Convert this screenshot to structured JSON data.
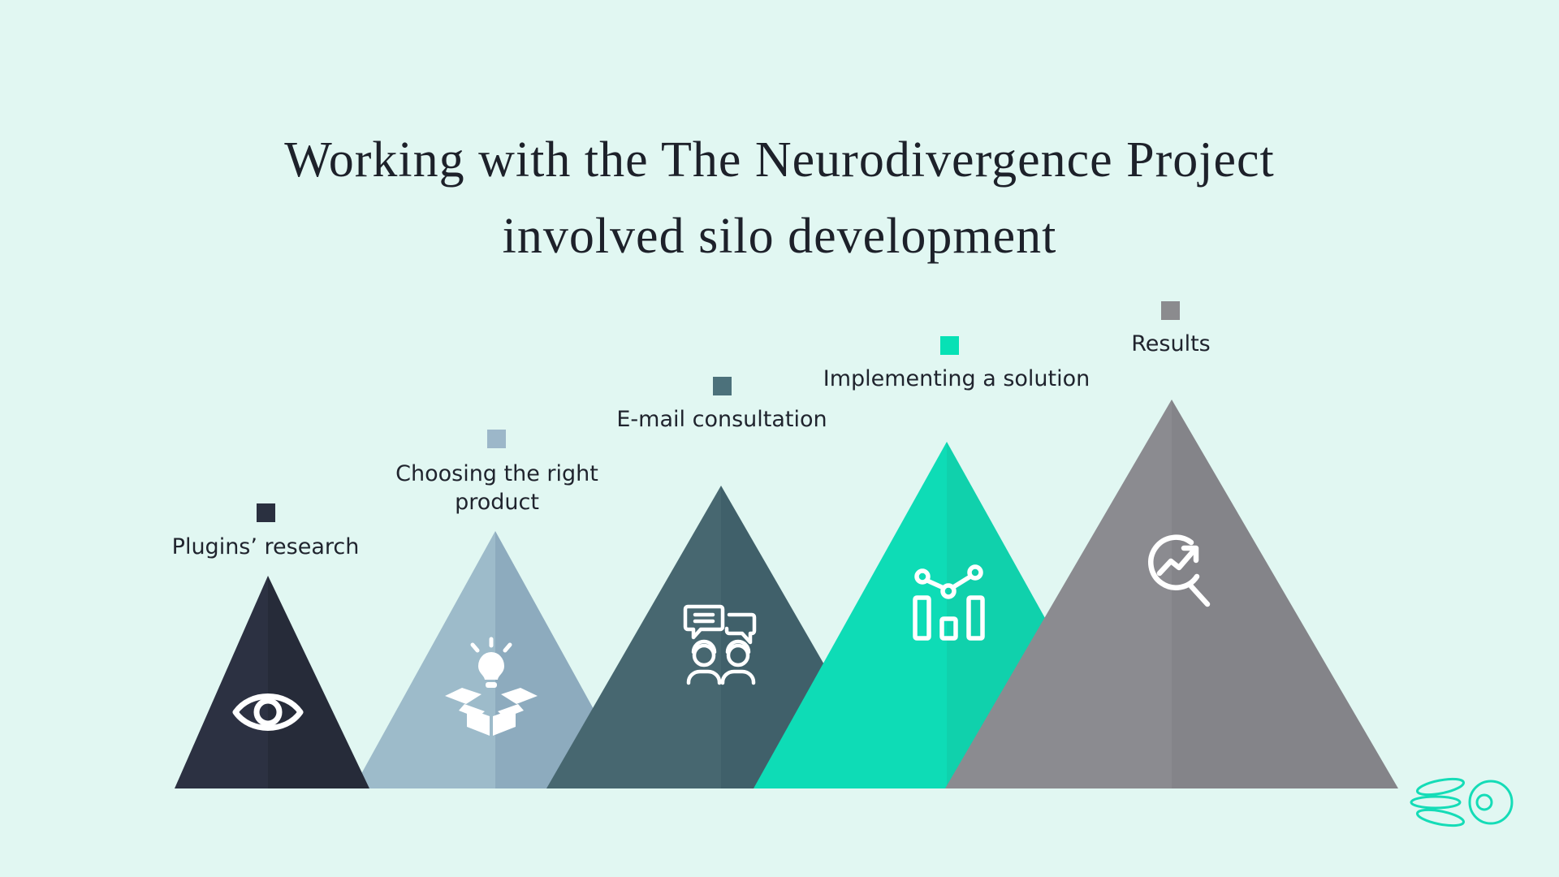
{
  "title": {
    "line1": "Working with the The Neurodivergence Project",
    "line2": "involved silo development"
  },
  "background_color": "#e1f7f2",
  "stages": [
    {
      "line1": "Plugins’ research",
      "line2": "",
      "square_color": "#2a3040",
      "triangle_left_color": "#2c3142",
      "triangle_right_color": "#262b39",
      "icon": "eye-icon"
    },
    {
      "line1": "Choosing the right",
      "line2": "product",
      "square_color": "#9cb7c9",
      "triangle_left_color": "#9dbbca",
      "triangle_right_color": "#8dabbe",
      "icon": "open-box-lightbulb-icon"
    },
    {
      "line1": "E-mail consultation",
      "line2": "",
      "square_color": "#4c717b",
      "triangle_left_color": "#476770",
      "triangle_right_color": "#40606a",
      "icon": "chat-consultation-icon"
    },
    {
      "line1": "Implementing a solution",
      "line2": "",
      "square_color": "#07e1b5",
      "triangle_left_color": "#0edcb6",
      "triangle_right_color": "#10d1ac",
      "icon": "analytics-chart-icon"
    },
    {
      "line1": "Results",
      "line2": "",
      "square_color": "#8b8b8e",
      "triangle_left_color": "#8b8b90",
      "triangle_right_color": "#848489",
      "icon": "magnifier-growth-icon"
    }
  ],
  "logo": {
    "name": "squid-logo",
    "color": "#15dcb7"
  }
}
